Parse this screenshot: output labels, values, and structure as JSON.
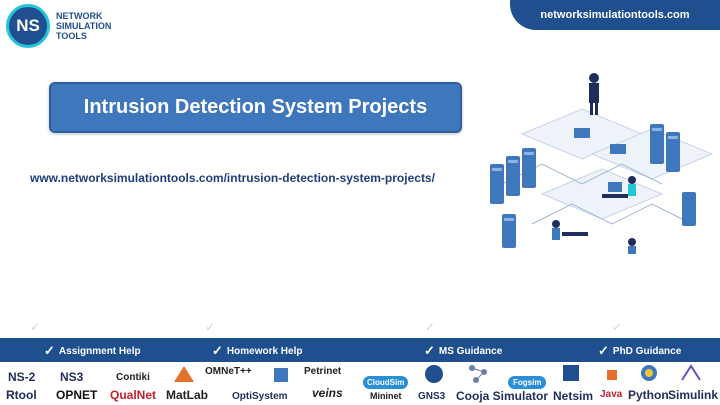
{
  "logo": {
    "mark": "NS",
    "line1": "NETWORK",
    "line2": "SIMULATION",
    "line3": "TOOLS"
  },
  "site_url": "networksimulationtools.com",
  "title": "Intrusion Detection System Projects",
  "page_url": "www.networksimulationtools.com/intrusion-detection-system-projects/",
  "services": [
    {
      "label": "Assignment Help"
    },
    {
      "label": "Homework Help"
    },
    {
      "label": "MS  Guidance"
    },
    {
      "label": "PhD  Guidance"
    }
  ],
  "tools": {
    "ns2": "NS-2",
    "ns3": "NS3",
    "contiki": "Contiki",
    "omnet": "OMNeT++",
    "petrinet": "Petrinet",
    "cloudsim": "CloudSim",
    "fogsim": "Fogsim",
    "rtool": "Rtool",
    "opnet": "OPNET",
    "qualnet": "QualNet",
    "matlab": "MatLab",
    "optisystem": "OptiSystem",
    "veins": "veins",
    "mininet": "Mininet",
    "gns3": "GNS3",
    "cooja": "Cooja Simulator",
    "netsim": "Netsim",
    "java": "Java",
    "python": "Python",
    "simulink": "Simulink"
  },
  "colors": {
    "brand_blue": "#1f4f8f",
    "title_blue": "#3f77bd",
    "accent_cyan": "#23c6d7"
  },
  "icons": [
    "check-icon",
    "network-illustration"
  ]
}
